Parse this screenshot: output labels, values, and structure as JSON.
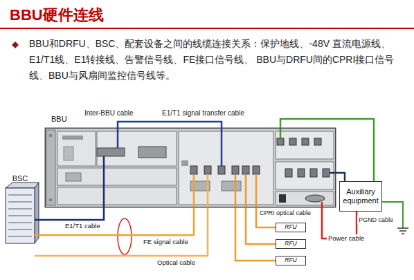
{
  "diagram": {
    "title": "BBU硬件连线",
    "nodes": [
      {
        "text": [
          "BBU"
        ]
      },
      {
        "text": [
          "BSC"
        ]
      },
      {
        "text": [
          "RFU"
        ]
      },
      {
        "text": [
          "RFU"
        ]
      },
      {
        "text": [
          "RFU"
        ]
      },
      {
        "text": [
          "Auxiliary equipment"
        ]
      }
    ],
    "edges": [
      {
        "from": 1,
        "to": 0,
        "arrow": "none",
        "label": "E1/T1 cable"
      },
      {
        "from": 1,
        "to": 0,
        "arrow": "none",
        "label": "FE signal cable"
      },
      {
        "from": 1,
        "to": 0,
        "arrow": "none",
        "label": "Optical cable"
      },
      {
        "from": 0,
        "to": 2,
        "arrow": "none",
        "label": "CPRI optical cable"
      },
      {
        "from": 0,
        "to": 3,
        "arrow": "none"
      },
      {
        "from": 0,
        "to": 4,
        "arrow": "none"
      },
      {
        "from": 5,
        "to": 0,
        "arrow": "none"
      },
      {
        "from": 5,
        "to": 0,
        "arrow": "none",
        "label": "Power cable"
      },
      {
        "from": 5,
        "to": 0,
        "arrow": "none"
      }
    ],
    "labels": [
      "BBU和DRFU、BSC、配套设备之间的线缆连接关系：保护地线、-48V 直流电源线、 E1/T1线、E1转接线、告警信号线、FE接口信号线、 BBU与DRFU间的CPRI接口信号线、BBU与风扇间监控信号线等。",
      "Inter-BBU cable",
      "E1/T1 signal transfer cable",
      "PGND cable"
    ]
  }
}
